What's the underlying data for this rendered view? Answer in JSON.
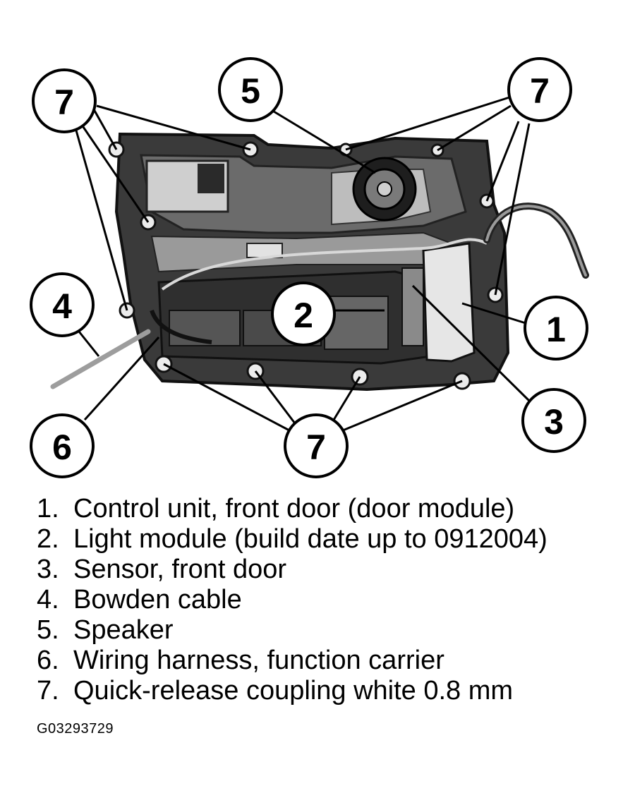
{
  "callouts": [
    "7",
    "5",
    "7",
    "4",
    "2",
    "1",
    "6",
    "7",
    "3"
  ],
  "legend": [
    {
      "num": "1.",
      "text": "Control unit, front door (door module)"
    },
    {
      "num": "2.",
      "text": "Light module (build date up to 0912004)"
    },
    {
      "num": "3.",
      "text": "Sensor, front door"
    },
    {
      "num": "4.",
      "text": "Bowden cable"
    },
    {
      "num": "5.",
      "text": "Speaker"
    },
    {
      "num": "6.",
      "text": "Wiring harness, function carrier"
    },
    {
      "num": "7.",
      "text": "Quick-release coupling white 0.8 mm"
    }
  ],
  "figure_id": "G03293729"
}
